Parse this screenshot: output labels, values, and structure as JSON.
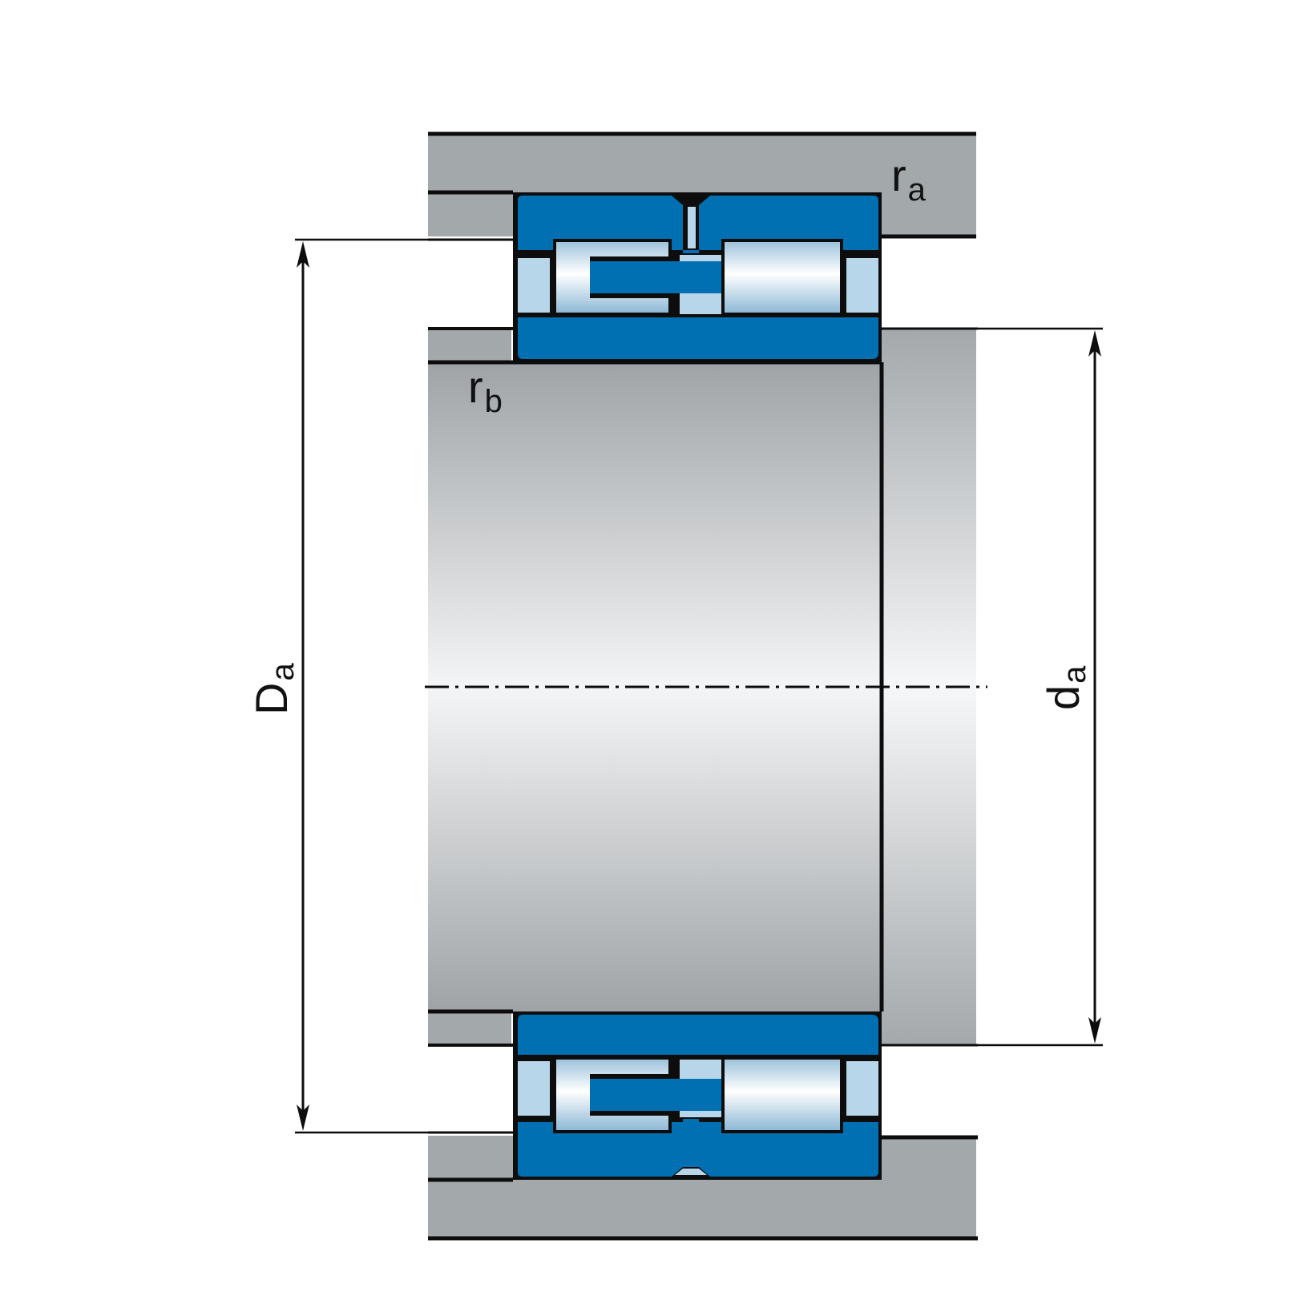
{
  "labels": {
    "ra_main": "r",
    "ra_sub": "a",
    "rb_main": "r",
    "rb_sub": "b",
    "Da_main": "D",
    "Da_sub": "a",
    "da_main": "d",
    "da_sub": "a"
  },
  "colors": {
    "housing": "#a3a8ab",
    "ring": "#0070b3",
    "roller_light": "#b7d6ea",
    "outline": "#0d0d0d",
    "shaft_dark": "#9fa3a6",
    "shaft_light": "#f3f4f5"
  }
}
